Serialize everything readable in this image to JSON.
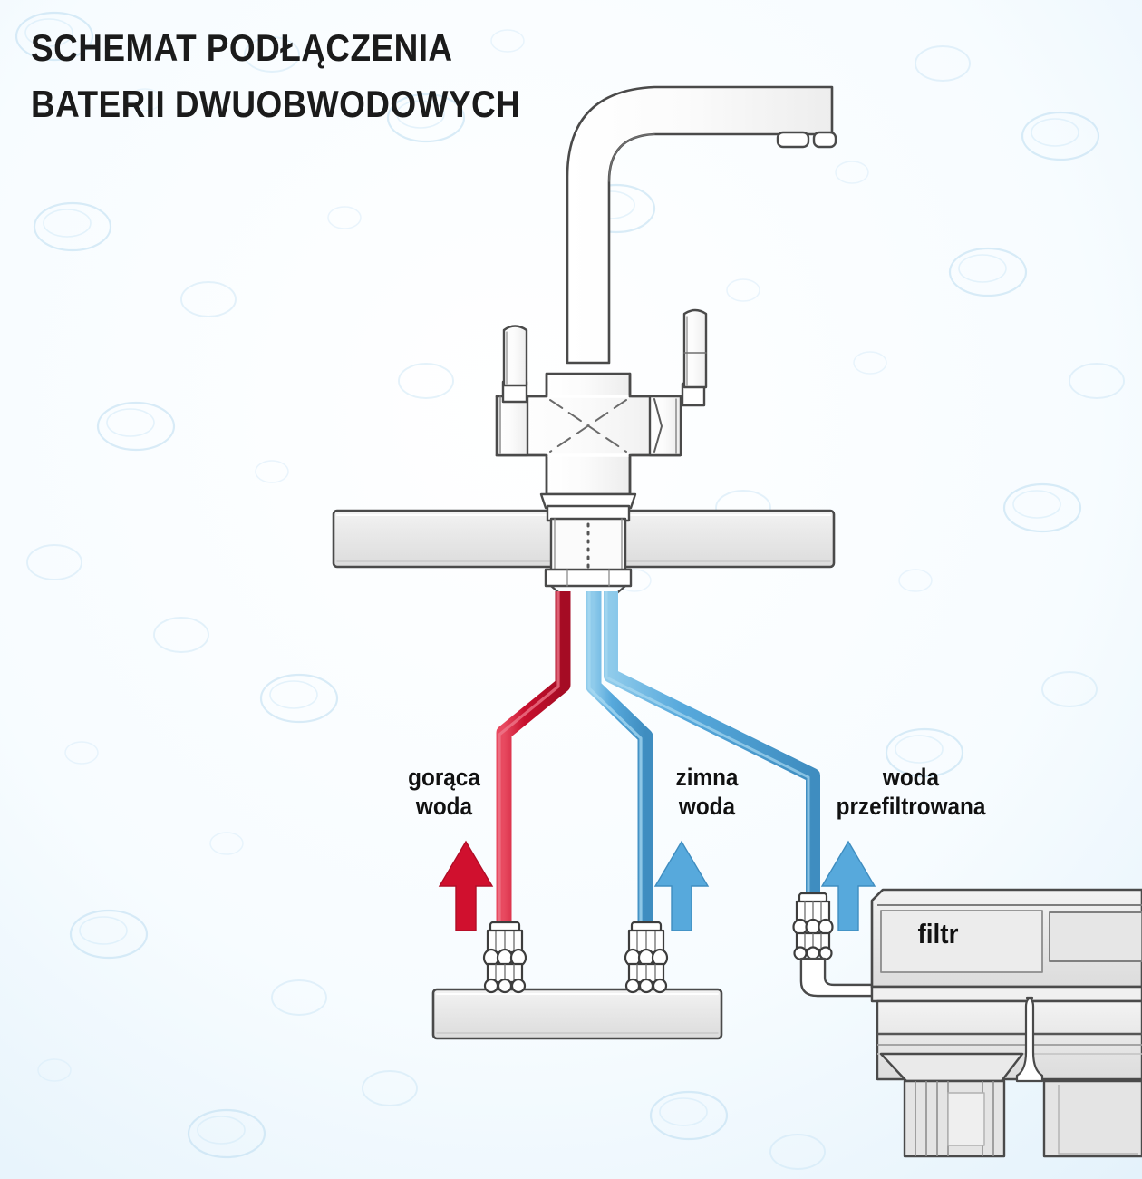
{
  "document": {
    "title_lines": [
      "SCHEMAT PODŁĄCZENIA",
      "BATERII DWUOBWODOWYCH"
    ]
  },
  "labels": {
    "hot_water": "gorąca\nwoda",
    "hot_water_line1": "gorąca",
    "hot_water_line2": "woda",
    "cold_water_line1": "zimna",
    "cold_water_line2": "woda",
    "filtered_water_line1": "woda",
    "filtered_water_line2": "przefiltrowana",
    "filter": "filtr"
  },
  "colors": {
    "hot_pipe": "#C8102E",
    "cold_pipe": "#57A9DC",
    "filtered_pipe": "#57A9DC",
    "outline": "#4a4a4a",
    "metal_fill": "#ffffff",
    "slab_fill": "#e9e9e9",
    "background": "#f4fafe",
    "text": "#141414"
  },
  "diagram": {
    "type": "plumbing-connection-schematic",
    "faucet": {
      "name": "dual-circuit-kitchen-mixer",
      "spout_shape": "L-shaped-high-arc",
      "outlets": 2,
      "handles": 2
    },
    "circuits": [
      {
        "id": "hot",
        "color": "#C8102E",
        "label": "gorąca woda",
        "arrow_direction": "up",
        "terminates_at": "angle-valve-on-wall-slab"
      },
      {
        "id": "cold",
        "color": "#57A9DC",
        "label": "zimna woda",
        "arrow_direction": "up",
        "terminates_at": "angle-valve-on-wall-slab"
      },
      {
        "id": "filtered",
        "color": "#57A9DC",
        "label": "woda przefiltrowana",
        "arrow_direction": "up",
        "terminates_at": "filter-housing"
      }
    ],
    "filter": {
      "label": "filtr",
      "housing": "cartridge-filter-with-sump"
    }
  }
}
